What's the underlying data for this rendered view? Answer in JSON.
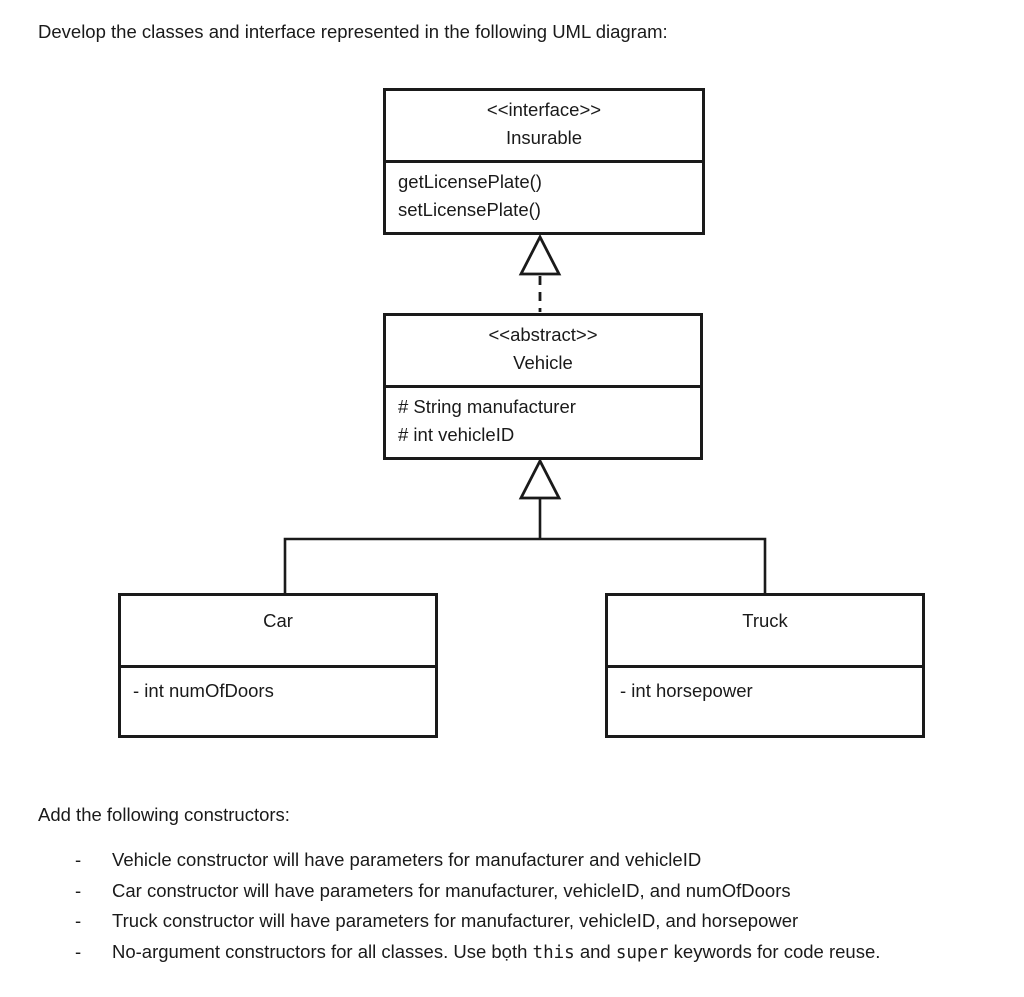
{
  "title": "Develop the classes and interface represented in the following UML diagram:",
  "diagram": {
    "insurable": {
      "stereotype": "<<interface>>",
      "name": "Insurable",
      "members": [
        "getLicensePlate()",
        "setLicensePlate()"
      ]
    },
    "vehicle": {
      "stereotype": "<<abstract>>",
      "name": "Vehicle",
      "members": [
        "# String manufacturer",
        "# int vehicleID"
      ]
    },
    "car": {
      "name": "Car",
      "members": [
        "- int numOfDoors"
      ]
    },
    "truck": {
      "name": "Truck",
      "members": [
        "- int horsepower"
      ]
    },
    "relationships": [
      {
        "type": "realization",
        "from": "Vehicle",
        "to": "Insurable",
        "style": "dashed line, hollow triangle"
      },
      {
        "type": "generalization",
        "from": "Car",
        "to": "Vehicle",
        "style": "solid line, hollow triangle"
      },
      {
        "type": "generalization",
        "from": "Truck",
        "to": "Vehicle",
        "style": "solid line, hollow triangle"
      }
    ]
  },
  "constructors": {
    "heading": "Add the following constructors:",
    "bullet_marker": "-",
    "items": [
      {
        "text": "Vehicle constructor will have parameters for manufacturer and vehicleID"
      },
      {
        "text": "Car constructor will have parameters for manufacturer, vehicleID, and numOfDoors"
      },
      {
        "text": "Truck constructor will have parameters for manufacturer, vehicleID, and horsepower"
      },
      {
        "prefix": "No-argument constructors for all classes. Use bọth ",
        "code1": "this",
        "mid": " and ",
        "code2": "super",
        "suffix": " keywords for code reuse."
      }
    ]
  },
  "colors": {
    "ink": "#1a1a1a",
    "background": "#ffffff"
  }
}
